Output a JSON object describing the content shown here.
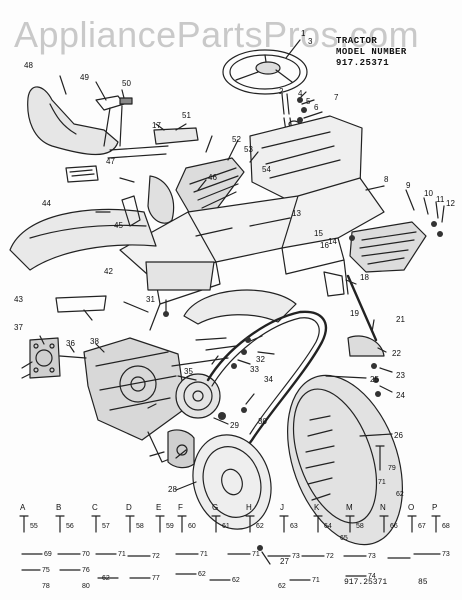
{
  "watermark": "AppliancePartsPros.com",
  "header": {
    "line1": "TRACTOR",
    "line2": "MODEL NUMBER",
    "line3": "917.25371"
  },
  "footer": {
    "model": "917.25371",
    "code": "85"
  },
  "callouts": [
    "1",
    "2",
    "3",
    "4",
    "5",
    "6",
    "7",
    "8",
    "9",
    "10",
    "11",
    "12",
    "13",
    "14",
    "15",
    "16",
    "17",
    "18",
    "19",
    "21",
    "22",
    "23",
    "24",
    "25",
    "26",
    "27",
    "28",
    "29",
    "30",
    "31",
    "32",
    "33",
    "34",
    "35",
    "36",
    "37",
    "38",
    "42",
    "43",
    "44",
    "45",
    "46",
    "47",
    "48",
    "49",
    "50",
    "51",
    "52",
    "53",
    "54",
    "55",
    "56",
    "57",
    "58",
    "59",
    "60",
    "61",
    "62",
    "63",
    "64",
    "65",
    "66",
    "67",
    "68",
    "69",
    "70",
    "71",
    "72",
    "73",
    "74",
    "75",
    "76",
    "77",
    "78",
    "79",
    "80"
  ],
  "hardware_letters": [
    "A",
    "B",
    "C",
    "D",
    "E",
    "F",
    "G",
    "H",
    "J",
    "K",
    "M",
    "N",
    "O",
    "P"
  ],
  "hardware_numbers": [
    "55",
    "56",
    "57",
    "58",
    "59",
    "60",
    "61",
    "62",
    "63",
    "64",
    "58",
    "66",
    "67",
    "68"
  ]
}
